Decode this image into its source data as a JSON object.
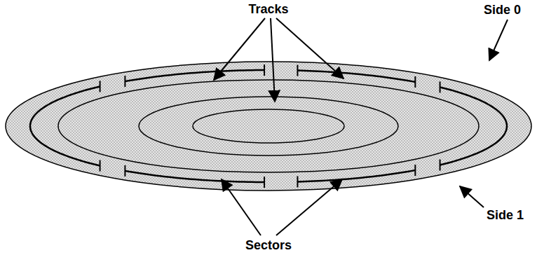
{
  "diagram": {
    "labels": [
      "Tracks",
      "Side 0",
      "Side 1",
      "Sectors"
    ]
  }
}
